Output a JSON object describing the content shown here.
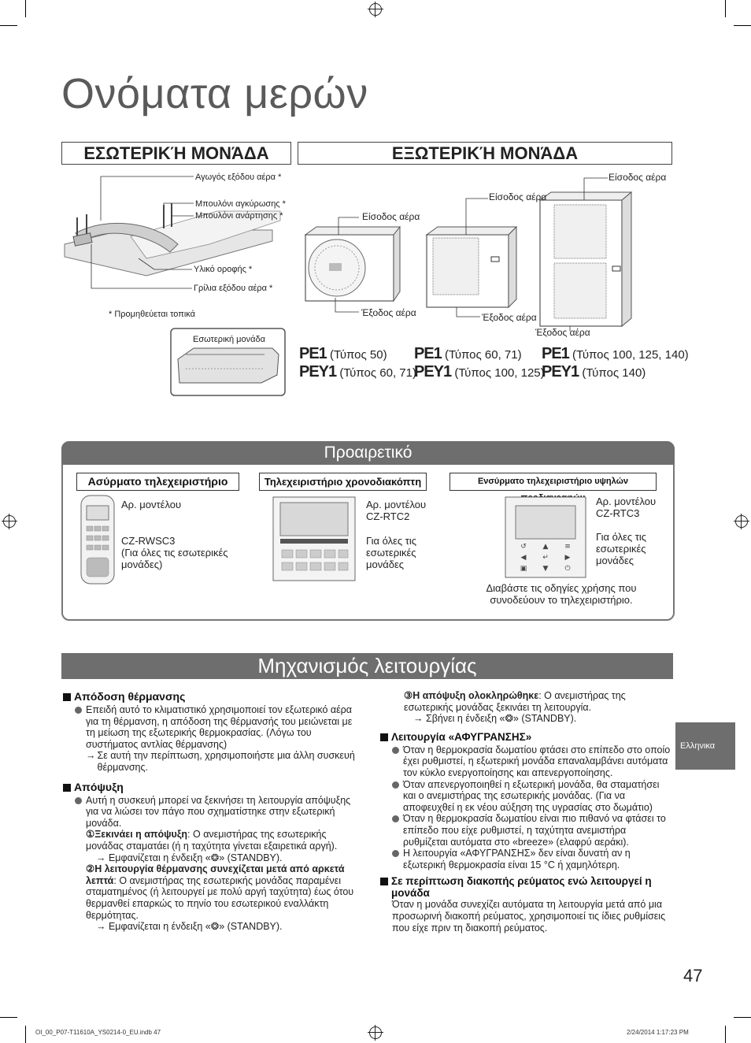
{
  "page_title": "Ονόματα μερών",
  "indoor": {
    "heading": "ΕΣΩΤΕΡΙΚΉ ΜΟΝΆΔΑ",
    "labels": {
      "air_outlet_duct": "Αγωγός εξόδου αέρα *",
      "anchor_bolt": "Μπουλόνι αγκύρωσης *",
      "hanging_bolt": "Μπουλόνι ανάρτησης *",
      "ceiling_material": "Υλικό οροφής *",
      "outlet_grille": "Γρίλια εξόδου αέρα *",
      "locally_supplied": "* Προμηθεύεται τοπικά",
      "indoor_unit": "Εσωτερική μονάδα"
    }
  },
  "outdoor": {
    "heading": "ΕΞΩΤΕΡΙΚΉ ΜΟΝΆΔΑ",
    "air_inlet": "Είσοδος αέρα",
    "air_outlet": "Έξοδος αέρα",
    "models": [
      {
        "m1": "PE1",
        "t1": "(Τύπος 50)",
        "m2": "PEY1",
        "t2": "(Τύπος 60, 71)"
      },
      {
        "m1": "PE1",
        "t1": "(Τύπος 60, 71)",
        "m2": "PEY1",
        "t2": "(Τύπος 100, 125)"
      },
      {
        "m1": "PE1",
        "t1": "(Τύπος 100, 125, 140)",
        "m2": "PEY1",
        "t2": "(Τύπος 140)"
      }
    ]
  },
  "optional": {
    "heading": "Προαιρετικό",
    "items": [
      {
        "label": "Ασύρματο τηλεχειριστήριο",
        "model_label": "Αρ. μοντέλου",
        "model": "CZ-RWSC3",
        "note": "(Για όλες τις εσωτερικές μονάδες)"
      },
      {
        "label": "Τηλεχειριστήριο χρονοδιακόπτη",
        "model_label": "Αρ. μοντέλου",
        "model": "CZ-RTC2",
        "note": "Για όλες τις εσωτερικές μονάδες"
      },
      {
        "label": "Ενσύρματο τηλεχειριστήριο υψηλών προδιαγραφών",
        "model_label": "Αρ. μοντέλου",
        "model": "CZ-RTC3",
        "note": "Για όλες τις εσωτερικές μονάδες"
      }
    ],
    "read_manual": "Διαβάστε τις οδηγίες χρήσης που συνοδεύουν το τηλεχειριστήριο."
  },
  "mechanism": {
    "heading": "Μηχανισμός λειτουργίας",
    "heating_title": "Απόδοση θέρμανσης",
    "heating_text": "Επειδή αυτό το κλιματιστικό χρησιμοποιεί τον εξωτερικό αέρα για τη θέρμανση, η απόδοση της θέρμανσής του μειώνεται με τη μείωση της εξωτερικής θερμοκρασίας. (Λόγω του συστήματος αντλίας θέρμανσης)",
    "heating_arrow": "Σε αυτή την περίπτωση, χρησιμοποιήστε μια άλλη συσκευή θέρμανσης.",
    "defrost_title": "Απόψυξη",
    "defrost_text": "Αυτή η συσκευή μπορεί να ξεκινήσει τη λειτουργία απόψυξης για να λιώσει τον πάγο που σχηματίστηκε στην εξωτερική μονάδα.",
    "step1_title": "①Ξεκινάει η απόψυξη",
    "step1_text": ": Ο ανεμιστήρας της εσωτερικής μονάδας σταματάει (ή η ταχύτητα γίνεται εξαιρετικά αργή).",
    "step1_arrow": "→ Εμφανίζεται η ένδειξη «❂» (STANDBY).",
    "step2_title": "②Η λειτουργία θέρμανσης συνεχίζεται μετά από αρκετά λεπτά",
    "step2_text": ": Ο ανεμιστήρας της εσωτερικής μονάδας παραμένει σταματημένος (ή λειτουργεί με πολύ αργή ταχύτητα) έως ότου θερμανθεί επαρκώς το πηνίο του εσωτερικού εναλλάκτη θερμότητας.",
    "step2_arrow": "→ Εμφανίζεται η ένδειξη «❂» (STANDBY).",
    "step3_title": "③Η απόψυξη ολοκληρώθηκε",
    "step3_text": ": Ο ανεμιστήρας της εσωτερικής μονάδας ξεκινάει τη λειτουργία.",
    "step3_arrow": "→ Σβήνει η ένδειξη «❂» (STANDBY).",
    "dry_title": "Λειτουργία «ΑΦΥΓΡΑΝΣΗΣ»",
    "dry_items": [
      "Όταν η θερμοκρασία δωματίου φτάσει στο επίπεδο στο οποίο έχει ρυθμιστεί, η εξωτερική μονάδα επαναλαμβάνει αυτόματα τον κύκλο ενεργοποίησης και απενεργοποίησης.",
      "Όταν απενεργοποιηθεί η εξωτερική μονάδα, θα σταματήσει και ο ανεμιστήρας της εσωτερικής μονάδας. (Για να αποφευχθεί η εκ νέου αύξηση της υγρασίας στο δωμάτιο)",
      "Όταν η θερμοκρασία δωματίου είναι πιο πιθανό να φτάσει το επίπεδο που είχε ρυθμιστεί, η ταχύτητα ανεμιστήρα ρυθμίζεται αυτόματα στο «breeze» (ελαφρύ αεράκι).",
      "Η λειτουργία «ΑΦΥΓΡΑΝΣΗΣ» δεν είναι δυνατή αν η εξωτερική θερμοκρασία είναι 15 °C ή χαμηλότερη."
    ],
    "power_title": "Σε περίπτωση διακοπής ρεύματος ενώ λειτουργεί η μονάδα",
    "power_text": "Όταν η μονάδα συνεχίζει αυτόματα τη λειτουργία μετά από μια προσωρινή διακοπή ρεύματος, χρησιμοποιεί τις ίδιες ρυθμίσεις που είχε πριν τη διακοπή ρεύματος."
  },
  "side_tab": "Eλληνικα",
  "page_number": "47",
  "footer_left": "OI_00_P07-T11610A_YS0214-0_EU.indb   47",
  "footer_right": "2/24/2014   1:17:23 PM"
}
